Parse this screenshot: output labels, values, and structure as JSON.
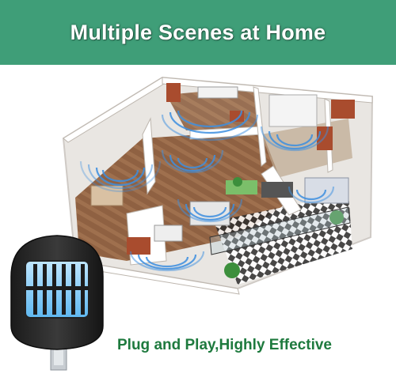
{
  "banner": {
    "title": "Multiple Scenes at Home",
    "background_color": "#3f9e78",
    "text_color": "#ffffff"
  },
  "illustration": {
    "subject": "isometric home floor plan with wave signals",
    "device": "plug-in mosquito killer lamp"
  },
  "caption": {
    "text": "Plug and Play,Highly Effective",
    "color": "#1e7a3e"
  }
}
